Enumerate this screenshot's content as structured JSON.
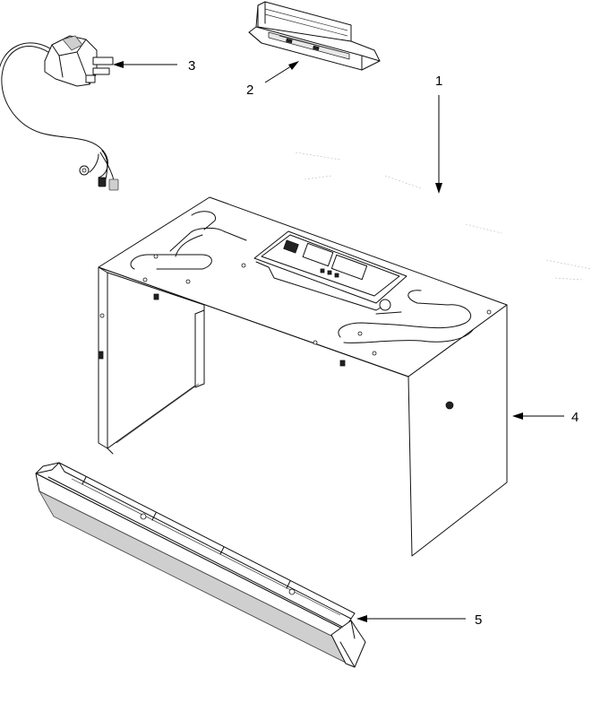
{
  "callouts": [
    {
      "id": "c1",
      "label": "1",
      "part": "cabinet-assembly"
    },
    {
      "id": "c2",
      "label": "2",
      "part": "control-bracket"
    },
    {
      "id": "c3",
      "label": "3",
      "part": "power-cord-assembly"
    },
    {
      "id": "c4",
      "label": "4",
      "part": "outer-wrapper"
    },
    {
      "id": "c5",
      "label": "5",
      "part": "bottom-front-rail"
    }
  ]
}
